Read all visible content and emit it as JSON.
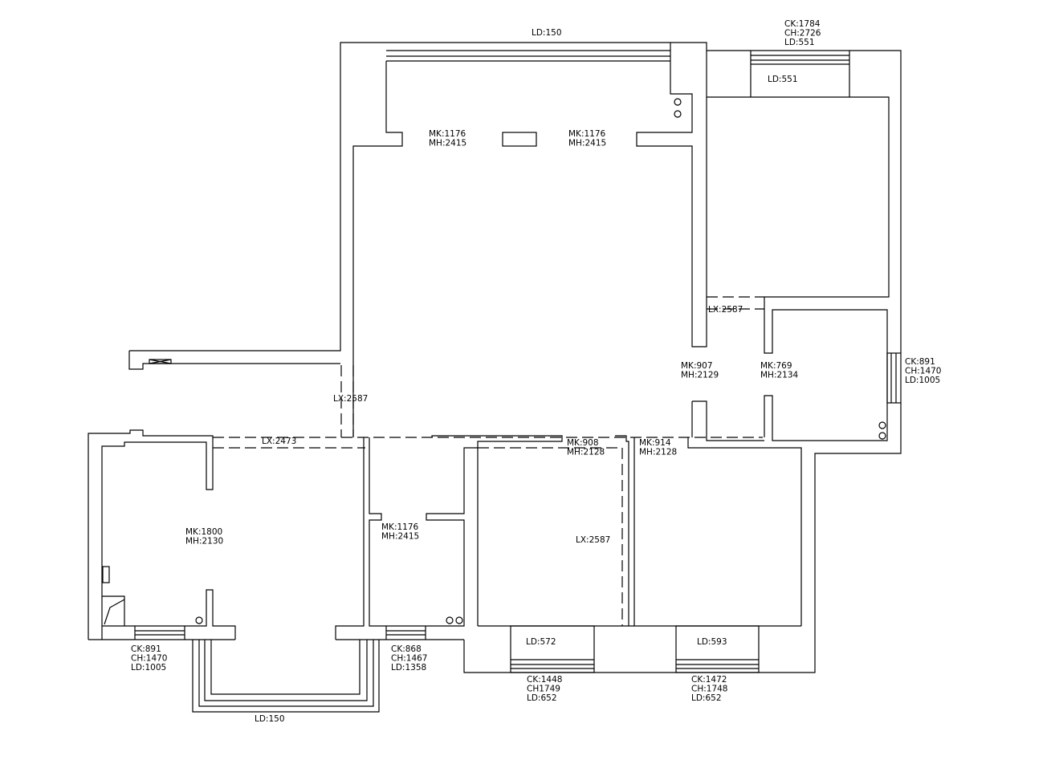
{
  "labels": {
    "top_window": [
      "LD:150"
    ],
    "top_right_window": [
      "CK:1784",
      "CH:2726",
      "LD:551"
    ],
    "top_right_sill": [
      "LD:551"
    ],
    "door_living_left": [
      "MK:1176",
      "MH:2415"
    ],
    "door_living_right": [
      "MK:1176",
      "MH:2415"
    ],
    "lx_right_upper": [
      "LX:2587"
    ],
    "door_907": [
      "MK:907",
      "MH:2129"
    ],
    "door_769": [
      "MK:769",
      "MH:2134"
    ],
    "right_window": [
      "CK:891",
      "CH:1470",
      "LD:1005"
    ],
    "lx_left_wing": [
      "LX:2587"
    ],
    "lx_2473": [
      "LX:2473"
    ],
    "door_908": [
      "MK:908",
      "MH:2128"
    ],
    "door_914": [
      "MK:914",
      "MH:2128"
    ],
    "door_1800": [
      "MK:1800",
      "MH:2130"
    ],
    "door_bath": [
      "MK:1176",
      "MH:2415"
    ],
    "lx_bedroom": [
      "LX:2587"
    ],
    "sill_572": [
      "LD:572"
    ],
    "sill_593": [
      "LD:593"
    ],
    "window_left_bottom": [
      "CK:891",
      "CH:1470",
      "LD:1005"
    ],
    "window_bath": [
      "CK:868",
      "CH:1467",
      "LD:1358"
    ],
    "window_mid_bedroom": [
      "CK:1448",
      "CH1749",
      "LD:652"
    ],
    "window_right_bedroom": [
      "CK:1472",
      "CH:1748",
      "LD:652"
    ],
    "balcony_bottom": [
      "LD:150"
    ]
  }
}
